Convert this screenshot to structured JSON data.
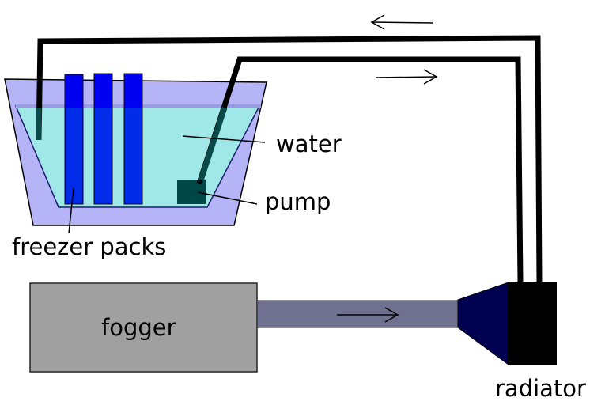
{
  "labels": {
    "water": "water",
    "pump": "pump",
    "freezer_packs": "freezer packs",
    "fogger": "fogger",
    "radiator": "radiator"
  },
  "colors": {
    "tub": "#b4b4f6",
    "water": "#a0e8e8",
    "water_surface": "#9a9ae6",
    "freezer_pack": "#0000f0",
    "pump": "#004848",
    "pipe": "#000000",
    "fogger": "#a0a0a0",
    "duct": "#707090",
    "fan_cone": "#000050",
    "radiator": "#000000"
  },
  "flow_arrows": [
    "return-left",
    "supply-right",
    "air-right"
  ]
}
